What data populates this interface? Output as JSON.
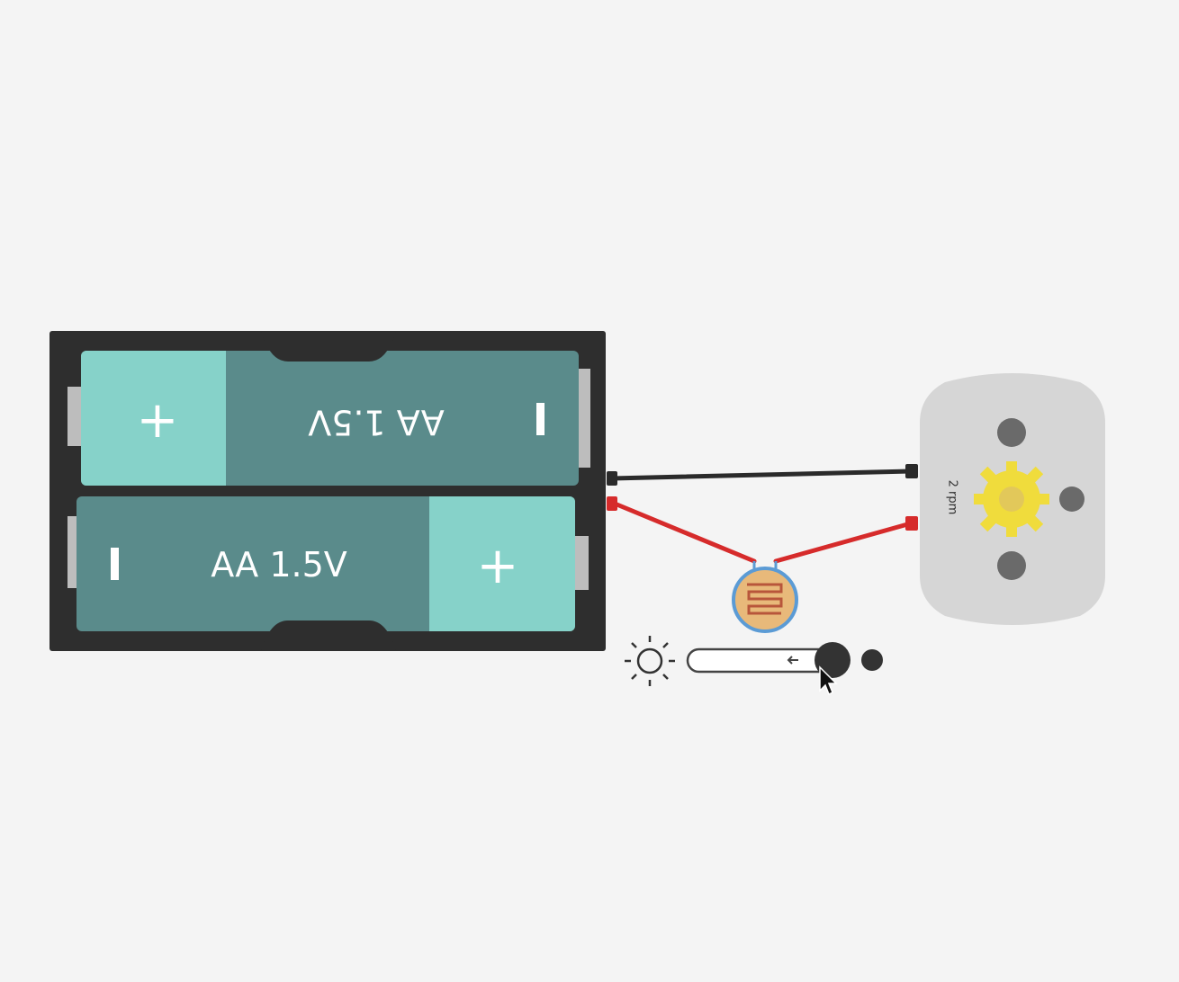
{
  "battery": {
    "top_cell_label": "AA 1.5V",
    "bottom_cell_label": "AA 1.5V",
    "plus_symbol": "+",
    "minus_symbol": "I",
    "colors": {
      "holder": "#2e2e2e",
      "cell_body": "#5a8b8b",
      "cell_positive": "#86d2c9"
    }
  },
  "motor": {
    "speed_label": "2 rpm",
    "colors": {
      "body": "#d6d6d6",
      "gear": "#f0dc3c",
      "hole": "#6a6a6a"
    }
  },
  "wires": {
    "black": "#2a2a2a",
    "red": "#d62b2b"
  },
  "photoresistor": {
    "colors": {
      "body": "#e8b97a",
      "rim": "#5b9bd5",
      "trace": "#b8563b"
    }
  },
  "light_slider": {
    "sun_icon": "sun-icon",
    "level": 1.0,
    "dim_icon": "dot-icon"
  },
  "cursor": {
    "icon": "pointer-cursor-icon"
  }
}
